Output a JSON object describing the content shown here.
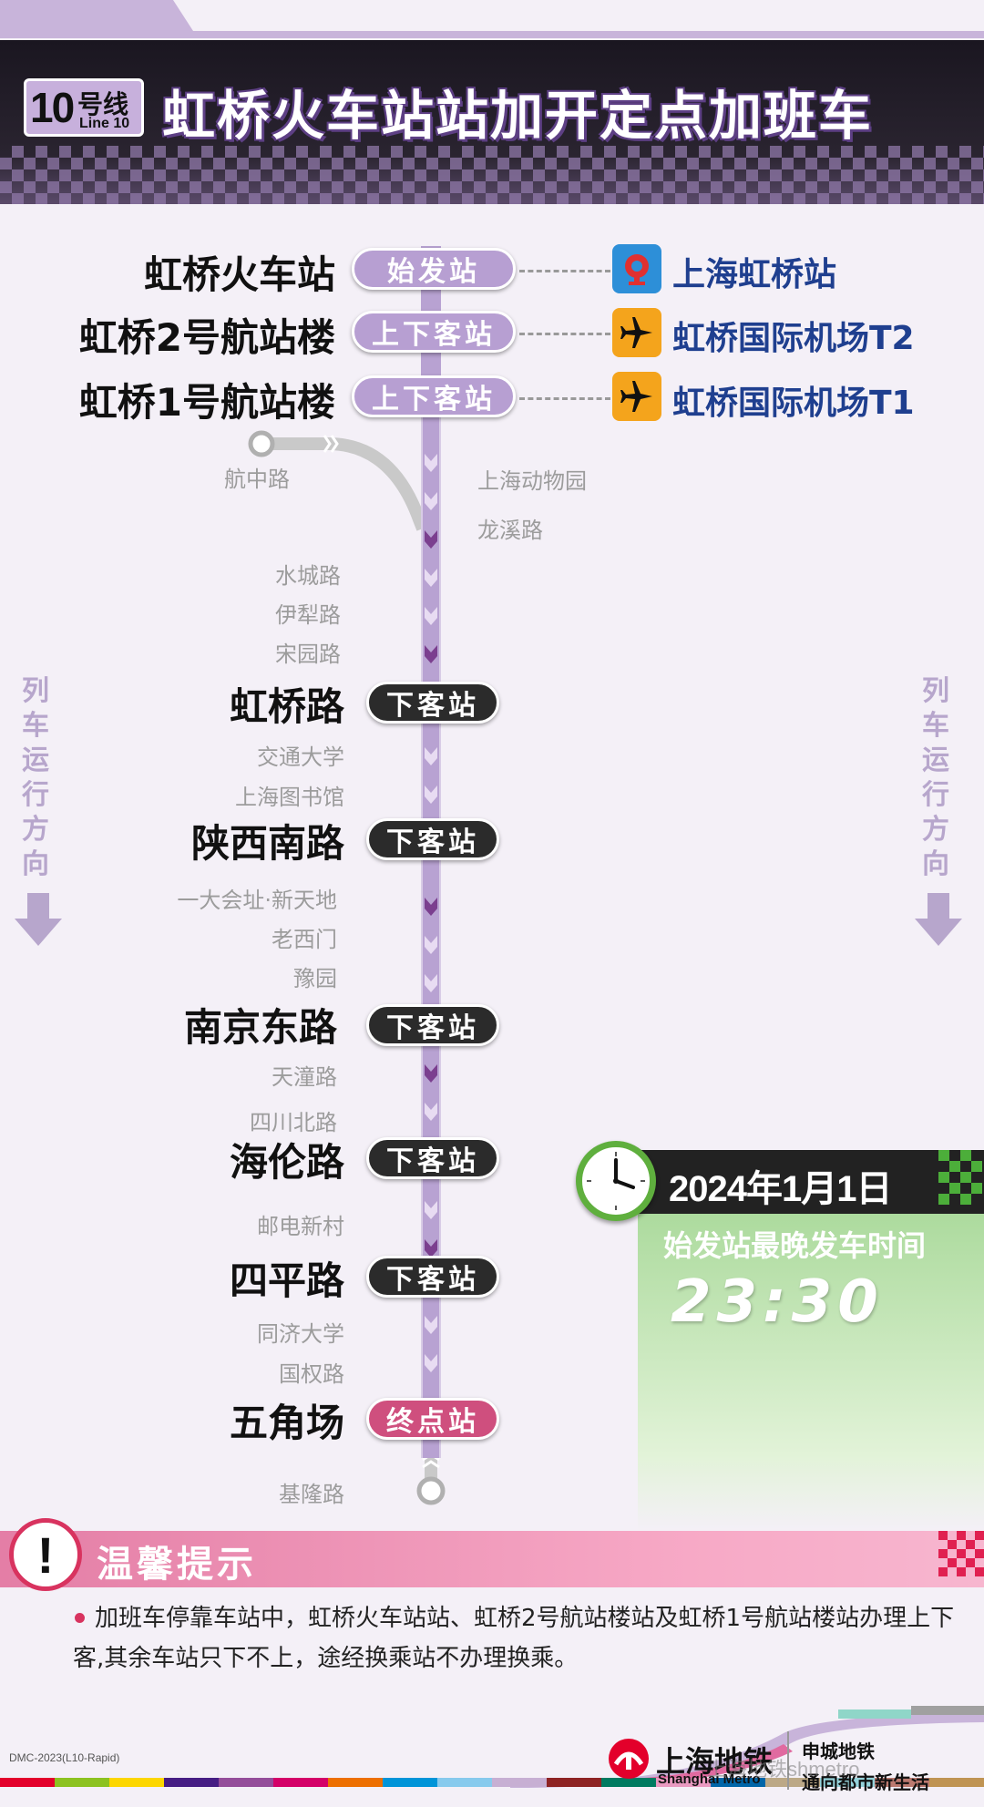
{
  "header": {
    "line_number": "10",
    "line_suffix": "号线",
    "line_en": "Line 10",
    "title": "虹桥火车站站加开定点加班车"
  },
  "main_stations": [
    {
      "name": "虹桥火车站",
      "tag": "始发站"
    },
    {
      "name": "虹桥2号航站楼",
      "tag": "上下客站"
    },
    {
      "name": "虹桥1号航站楼",
      "tag": "上下客站"
    },
    {
      "name": "虹桥路",
      "tag": "下客站"
    },
    {
      "name": "陕西南路",
      "tag": "下客站"
    },
    {
      "name": "南京东路",
      "tag": "下客站"
    },
    {
      "name": "海伦路",
      "tag": "下客站"
    },
    {
      "name": "四平路",
      "tag": "下客站"
    },
    {
      "name": "五角场",
      "tag": "终点站"
    }
  ],
  "hubs": [
    {
      "name": "上海虹桥站",
      "icon": "railway-icon"
    },
    {
      "name": "虹桥国际机场T2",
      "icon": "airplane-icon"
    },
    {
      "name": "虹桥国际机场T1",
      "icon": "airplane-icon"
    }
  ],
  "branch_station": "航中路",
  "minor_stations": {
    "right": [
      "上海动物园",
      "龙溪路"
    ],
    "group1": [
      "水城路",
      "伊犁路",
      "宋园路"
    ],
    "group2": [
      "交通大学",
      "上海图书馆"
    ],
    "group3": [
      "一大会址·新天地",
      "老西门",
      "豫园"
    ],
    "group4": [
      "天潼路",
      "四川北路"
    ],
    "group5": [
      "邮电新村"
    ],
    "group6": [
      "同济大学",
      "国权路"
    ],
    "group7": [
      "基隆路"
    ]
  },
  "direction_text": "列车运行方向",
  "panel": {
    "date": "2024年1月1日",
    "label": "始发站最晚发车时间",
    "time": "23:30"
  },
  "tip": {
    "icon": "exclamation-icon",
    "symbol": "!",
    "title": "温馨提示",
    "body": "加班车停靠车站中，虹桥火车站站、虹桥2号航站楼站及虹桥1号航站楼站办理上下客,其余车站只下不上，途经换乘站不办理换乘。"
  },
  "footer": {
    "doc_code": "DMC-2023(L10-Rapid)",
    "logo_cn": "上海地铁",
    "logo_en": "Shanghai Metro",
    "slogan_line1": "申城地铁",
    "slogan_line2": "通向都市新生活",
    "watermark": "上海地铁shmetro"
  },
  "colors": {
    "line10": "#b8a2d2",
    "terminal": "#cf4f7e",
    "hub_text": "#1f3f8f",
    "panel_green": "#5faf3e"
  }
}
